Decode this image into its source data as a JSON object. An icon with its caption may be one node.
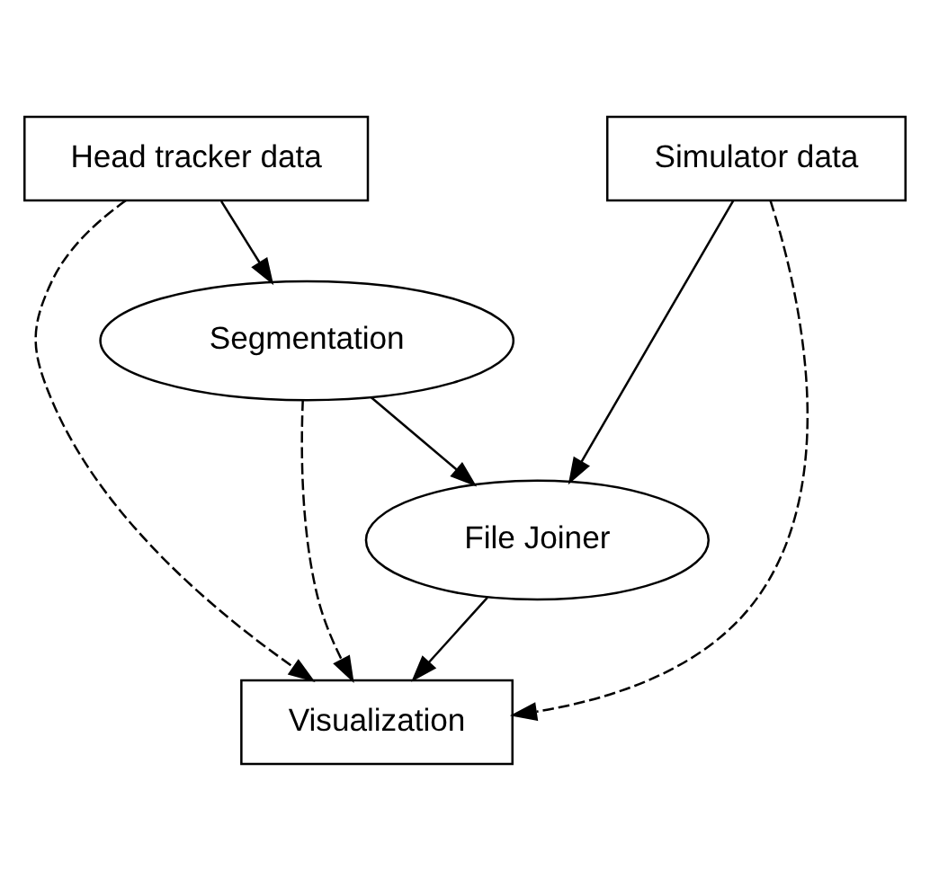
{
  "diagram": {
    "nodes": [
      {
        "text": [
          "Head tracker data"
        ]
      },
      {
        "text": [
          "Simulator data"
        ]
      },
      {
        "text": [
          "Segmentation"
        ]
      },
      {
        "text": [
          "File Joiner"
        ]
      },
      {
        "text": [
          "Visualization"
        ]
      }
    ],
    "edges": [
      {
        "from": 0,
        "to": 2,
        "arrow": "to"
      },
      {
        "from": 0,
        "to": 4,
        "arrow": "to",
        "style": "dashed"
      },
      {
        "from": 2,
        "to": 3,
        "arrow": "to"
      },
      {
        "from": 2,
        "to": 4,
        "arrow": "to",
        "style": "dashed"
      },
      {
        "from": 1,
        "to": 3,
        "arrow": "to"
      },
      {
        "from": 1,
        "to": 4,
        "arrow": "to",
        "style": "dashed"
      },
      {
        "from": 3,
        "to": 4,
        "arrow": "to"
      }
    ]
  }
}
